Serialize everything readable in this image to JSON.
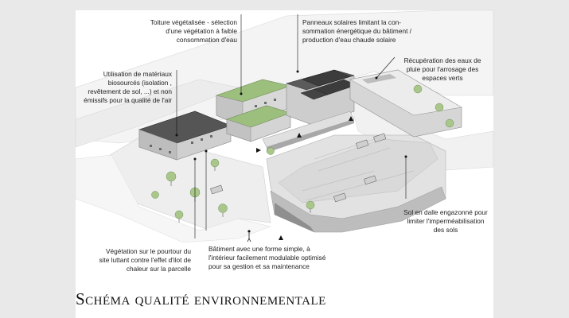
{
  "title": "Schéma qualité environnementale",
  "annotations": {
    "toiture": [
      "Toiture végétalisée - sélection",
      "d'une végétation à faible",
      "consommation d'eau"
    ],
    "panneaux": [
      "Panneaux solaires limitant la con-",
      "sommation énergétique du bâtiment /",
      "production d'eau chaude solaire"
    ],
    "recuperation": [
      "Récupération des eaux de",
      "pluie pour l'arrosage des",
      "espaces verts"
    ],
    "materiaux": [
      "Utilisation de matériaux",
      "biosourcés (isolation ,",
      "revêtement de sol, ...) et non",
      "émissifs pour la qualité de l'air"
    ],
    "sol": [
      "Sol en dalle engazonné pour",
      "limiter l'imperméabilisation",
      "des sols"
    ],
    "vegetation": [
      "Végétation sur le pourtour du",
      "site luttant contre l'effet d'ilot de",
      "chaleur sur la parcelle"
    ],
    "batiment": [
      "Bâtiment avec une forme simple, à",
      "l'intérieur facilement modulable optimisé",
      "pour sa gestion et sa maintenance"
    ]
  },
  "colors": {
    "roof_green": "#9dbf7e",
    "wall": "#cfcfcf",
    "dark_roof": "#4a4a4a",
    "paving": "#e3e3e3",
    "tree": "#a9c78a"
  }
}
